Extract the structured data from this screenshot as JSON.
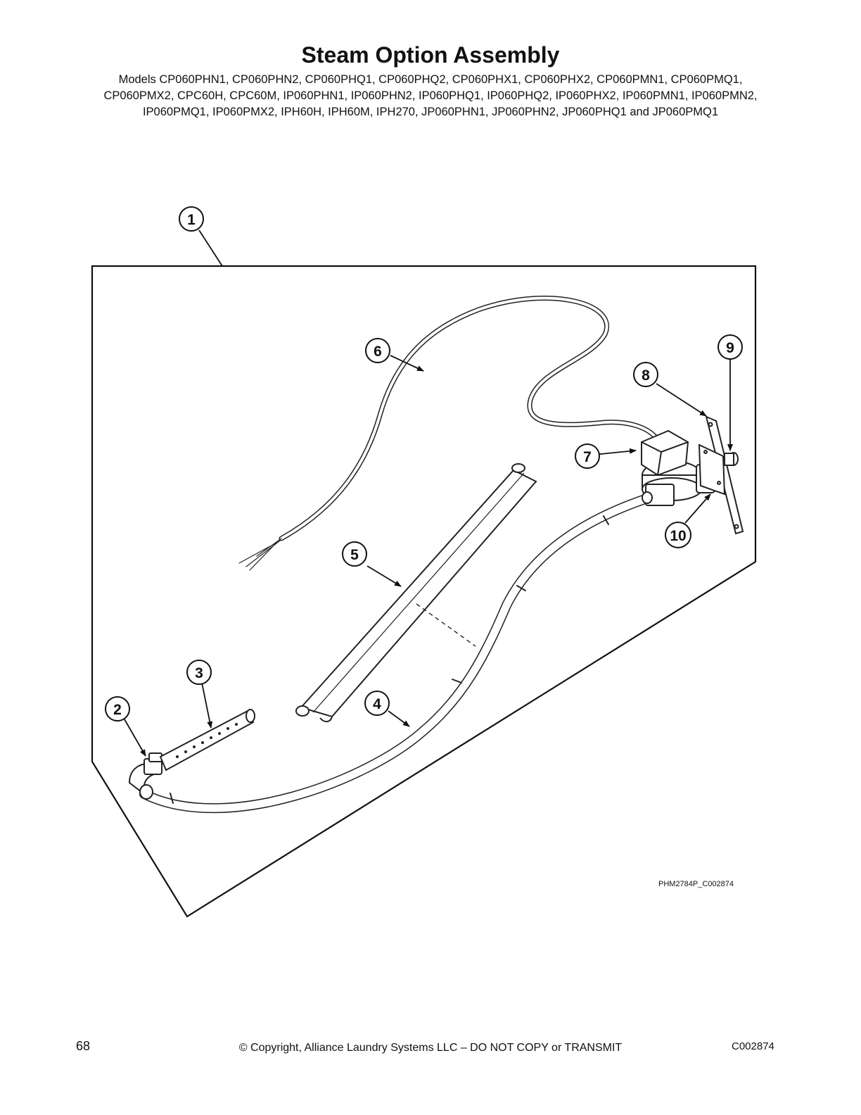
{
  "header": {
    "title": "Steam Option Assembly",
    "models_lines": [
      "Models CP060PHN1, CP060PHN2, CP060PHQ1, CP060PHQ2, CP060PHX1, CP060PHX2, CP060PMN1, CP060PMQ1,",
      "CP060PMX2, CPC60H, CPC60M, IP060PHN1, IP060PHN2, IP060PHQ1, IP060PHQ2, IP060PHX2, IP060PMN1, IP060PMN2,",
      "IP060PMQ1, IP060PMX2, IPH60H, IPH60M, IPH270, JP060PHN1, JP060PHN2, JP060PHQ1 and JP060PMQ1"
    ]
  },
  "diagram": {
    "callouts": [
      "1",
      "2",
      "3",
      "4",
      "5",
      "6",
      "7",
      "8",
      "9",
      "10"
    ],
    "reference": "PHM2784P_C002874"
  },
  "footer": {
    "page_number": "68",
    "copyright": "© Copyright, Alliance Laundry Systems LLC – DO NOT COPY or TRANSMIT",
    "code": "C002874"
  }
}
